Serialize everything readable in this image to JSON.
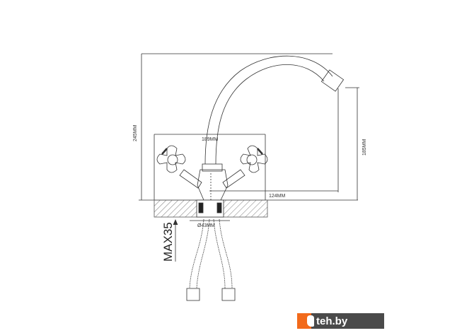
{
  "dimensions": {
    "total_height": "245MM",
    "handle_span": "189MM",
    "spout_height": "185MM",
    "spout_reach": "124MM",
    "hole_diameter": "Ø43MM",
    "max_counter_thickness": "MAX35"
  },
  "watermark": {
    "text": "teh.by"
  },
  "colors": {
    "line": "#333333",
    "watermark_orange": "#f26a1b",
    "watermark_bg": "#4a4a4a"
  }
}
